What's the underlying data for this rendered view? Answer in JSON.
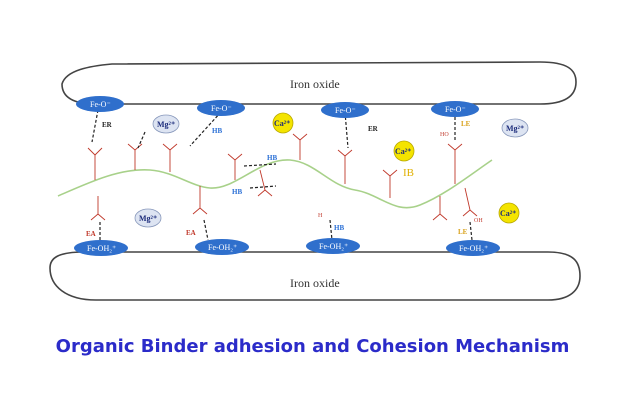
{
  "top_plate": {
    "label": "Iron oxide"
  },
  "bottom_plate": {
    "label": "Iron oxide"
  },
  "caption": "Organic Binder adhesion and Cohesion Mechanism",
  "colors": {
    "iron_ion": "#2f6fcc",
    "mg_ion": "#dde4f2",
    "ca_ion": "#f4e400",
    "chain": "#a8d18a",
    "caption": "#2b2bc9",
    "hb": "#2a6fd6",
    "le": "#d9a21b",
    "ea": "#c0392b"
  },
  "top_ions": [
    {
      "text": "Fe-O⁻"
    },
    {
      "text": "Fe-O⁻"
    },
    {
      "text": "Fe-O⁻"
    },
    {
      "text": "Fe-O⁻"
    }
  ],
  "bottom_ions": [
    {
      "text": "Fe-OH₂⁺"
    },
    {
      "text": "Fe-OH₂⁺"
    },
    {
      "text": "Fe-OH₂⁺"
    },
    {
      "text": "Fe-OH₂⁺"
    }
  ],
  "mg_ions": [
    {
      "text": "Mg²⁺"
    },
    {
      "text": "Mg²⁺"
    },
    {
      "text": "Mg²⁺"
    }
  ],
  "ca_ions": [
    {
      "text": "Ca²⁺"
    },
    {
      "text": "Ca²⁺"
    },
    {
      "text": "Ca²⁺"
    }
  ],
  "bond_labels": {
    "er1": "ER",
    "er2": "ER",
    "hb1": "HB",
    "hb2": "HB",
    "hb3": "HB",
    "hb4": "HB",
    "le1": "LE",
    "le2": "LE",
    "ea1": "EA",
    "ea2": "EA",
    "ib": "IB",
    "ho": "HO",
    "oh": "OH",
    "h": "H"
  }
}
